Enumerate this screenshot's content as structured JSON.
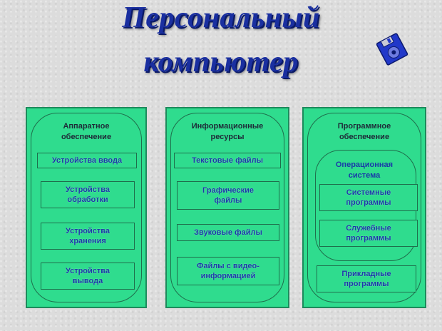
{
  "title": {
    "line1": "Персональный",
    "line2": "компьютер"
  },
  "colors": {
    "title": "#1a2fa0",
    "panel": "#2fdc8e",
    "border": "#1f6e4c",
    "box_text": "#1a3aa8"
  },
  "icons": [
    "floppy-disk-icon"
  ],
  "columns": [
    {
      "heading": [
        "Аппаратное",
        "обеспечение"
      ],
      "items": [
        [
          "Устройства ввода"
        ],
        [
          "Устройства",
          "обработки"
        ],
        [
          "Устройства",
          "хранения"
        ],
        [
          "Устройства",
          "вывода"
        ]
      ]
    },
    {
      "heading": [
        "Информационные",
        "ресурсы"
      ],
      "items": [
        [
          "Текстовые файлы"
        ],
        [
          "Графические",
          "файлы"
        ],
        [
          "Звуковые файлы"
        ],
        [
          "Файлы с видео-",
          "информацией"
        ]
      ]
    },
    {
      "heading": [
        "Программное",
        "обеспечение"
      ],
      "os_heading": [
        "Операционная",
        "система"
      ],
      "os_items": [
        [
          "Системные",
          "программы"
        ],
        [
          "Служебные",
          "программы"
        ]
      ],
      "items": [
        [
          "Прикладные",
          "программы"
        ]
      ]
    }
  ]
}
